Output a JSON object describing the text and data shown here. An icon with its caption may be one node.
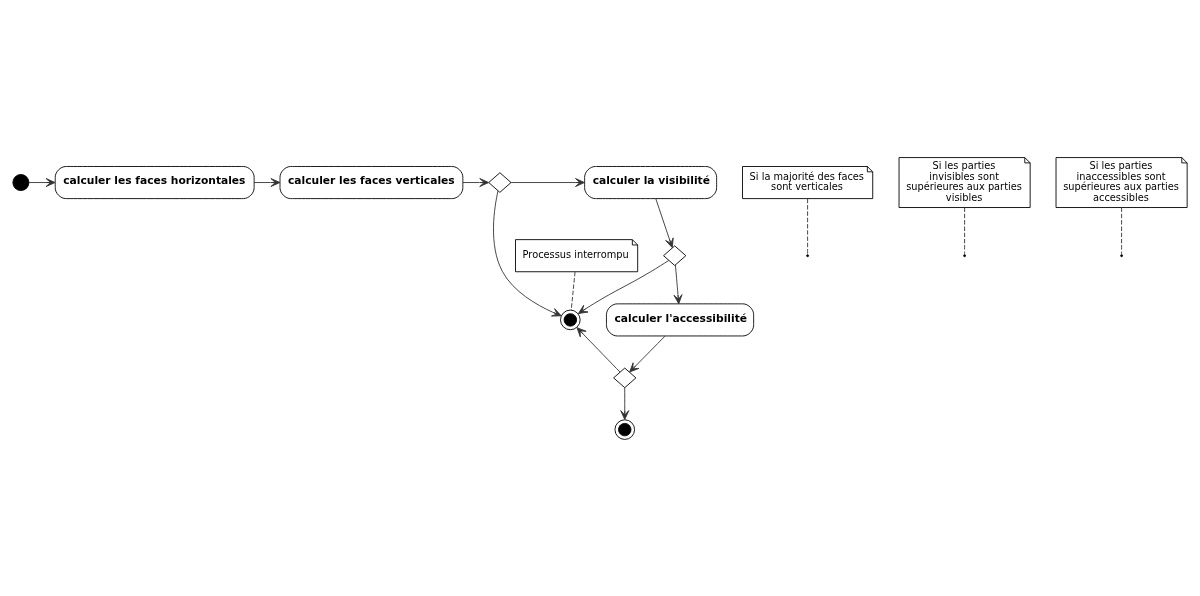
{
  "diagram": {
    "nodes": [
      {
        "text": [],
        "shape": "circle"
      },
      {
        "text": [
          "calculer les faces horizontales"
        ]
      },
      {
        "text": [
          "calculer les faces verticales"
        ]
      },
      {
        "text": [],
        "shape": "diamond"
      },
      {
        "text": [
          "calculer la visibilité"
        ]
      },
      {
        "text": [],
        "shape": "diamond"
      },
      {
        "text": [
          "calculer l'accessibilité"
        ]
      },
      {
        "text": [],
        "shape": "diamond"
      },
      {
        "text": [],
        "shape": "bullseye"
      },
      {
        "text": [],
        "shape": "bullseye"
      },
      {
        "text": [
          "Si la majorité des faces sont verticales"
        ]
      },
      {
        "text": [
          "Si les parties invisibles sont supérieures aux parties visibles"
        ]
      },
      {
        "text": [
          "Processus interrompu"
        ]
      },
      {
        "text": [
          "Si les parties inaccessibles sont supérieures aux parties accessibles"
        ]
      }
    ],
    "edges": [
      {
        "from": 0,
        "to": 1,
        "arrow": "to"
      },
      {
        "from": 1,
        "to": 2,
        "arrow": "to"
      },
      {
        "from": 2,
        "to": 3,
        "arrow": "to"
      },
      {
        "from": 3,
        "to": 4,
        "arrow": "to"
      },
      {
        "from": 3,
        "to": 8,
        "arrow": "to"
      },
      {
        "from": 4,
        "to": 5,
        "arrow": "to"
      },
      {
        "from": 5,
        "to": 8,
        "arrow": "to"
      },
      {
        "from": 5,
        "to": 6,
        "arrow": "to"
      },
      {
        "from": 6,
        "to": 7,
        "arrow": "to"
      },
      {
        "from": 7,
        "to": 8,
        "arrow": "to"
      },
      {
        "from": 7,
        "to": 9,
        "arrow": "to"
      },
      {
        "from": 10,
        "to": null,
        "arrow": "none",
        "style": "dashed"
      },
      {
        "from": 11,
        "to": null,
        "arrow": "none",
        "style": "dashed"
      },
      {
        "from": 12,
        "to": 8,
        "arrow": "none",
        "style": "dashed"
      },
      {
        "from": 13,
        "to": null,
        "arrow": "none",
        "style": "dashed"
      }
    ]
  }
}
